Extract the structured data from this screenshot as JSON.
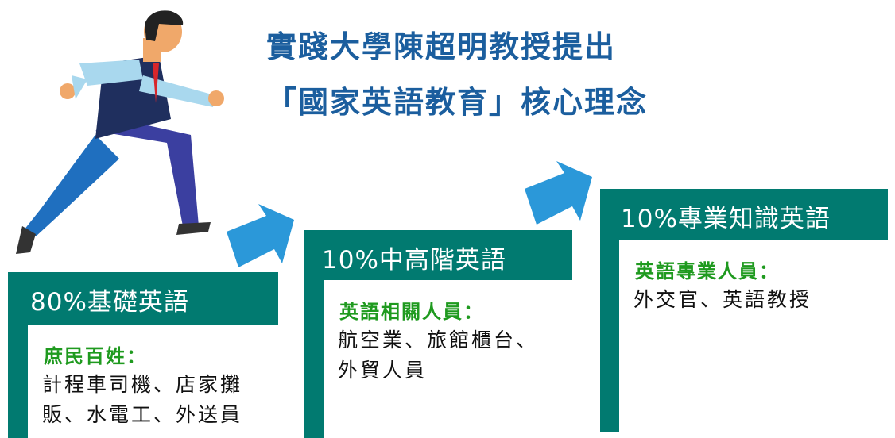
{
  "title": {
    "line1": "實踐大學陳超明教授提出",
    "line2": "「國家英語教育」核心理念"
  },
  "levels": [
    {
      "heading": "80%基礎英語",
      "category": "庶民百姓：",
      "description_lines": [
        "計程車司機、店家攤",
        "販、水電工、外送員"
      ]
    },
    {
      "heading": "10%中高階英語",
      "category": "英語相關人員：",
      "description_lines": [
        "航空業、旅館櫃台、",
        "外貿人員"
      ]
    },
    {
      "heading": "10%專業知識英語",
      "category": "英語專業人員：",
      "description_lines": [
        "外交官、英語教授"
      ]
    }
  ],
  "colors": {
    "title": "#1b5e9e",
    "box": "#017a70",
    "category": "#1f9a1f",
    "arrow": "#2b98d9"
  }
}
